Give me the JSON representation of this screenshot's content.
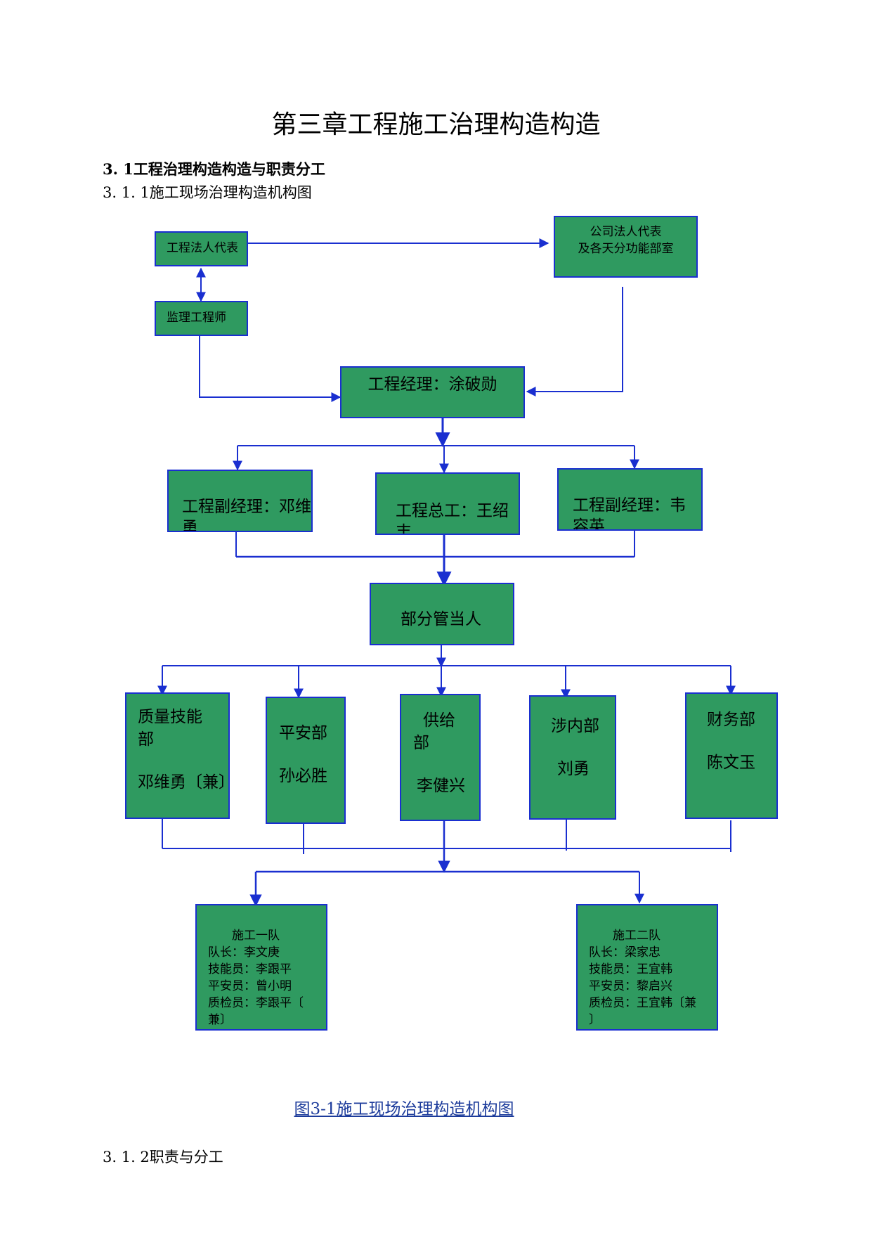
{
  "doc": {
    "title": "第三章工程施工治理构造构造",
    "section": "3. 1工程治理构造构造与职责分工",
    "subsection_1": "3. 1. 1施工现场治理构造机构图",
    "caption": "图3-1施工现场治理构造机构图",
    "subsection_2": "3. 1. 2职责与分工"
  },
  "chart": {
    "project_rep": "工程法人代表",
    "company_rep_line1": "公司法人代表",
    "company_rep_line2": "及各天分功能部室",
    "supervisor": "监理工程师",
    "pm": "工程经理：涂破勋",
    "deputy_left": "工程副经理：邓维勇",
    "chief_engineer": "工程总工：王绍丰",
    "deputy_right": "工程副经理：韦容英",
    "dept_head": "部分管当人",
    "quality_line1": "质量技能",
    "quality_line2": "部",
    "quality_line3": "邓维勇〔兼〕",
    "safety_line1": "平安部",
    "safety_line2": "孙必胜",
    "supply_line1": "供给",
    "supply_line2": "部",
    "supply_line3": "李健兴",
    "liaison_line1": "涉内部",
    "liaison_line2": "刘勇",
    "finance_line1": "财务部",
    "finance_line2": "陈文玉",
    "team1_line1": "施工一队",
    "team1_line2": "队长：李文庚",
    "team1_line3": "技能员：李跟平",
    "team1_line4": "平安员：曾小明",
    "team1_line5": "质检员：李跟平〔",
    "team1_line6": "兼〕",
    "team2_line1": "施工二队",
    "team2_line2": "队长：梁家忠",
    "team2_line3": "技能员：王宜韩",
    "team2_line4": "平安员：黎启兴",
    "team2_line5": "质检员：王宜韩〔兼",
    "team2_line6": "〕",
    "box_fill": "#2f9a60",
    "box_border": "#1a2fd0",
    "line_color": "#1a2fd0"
  }
}
